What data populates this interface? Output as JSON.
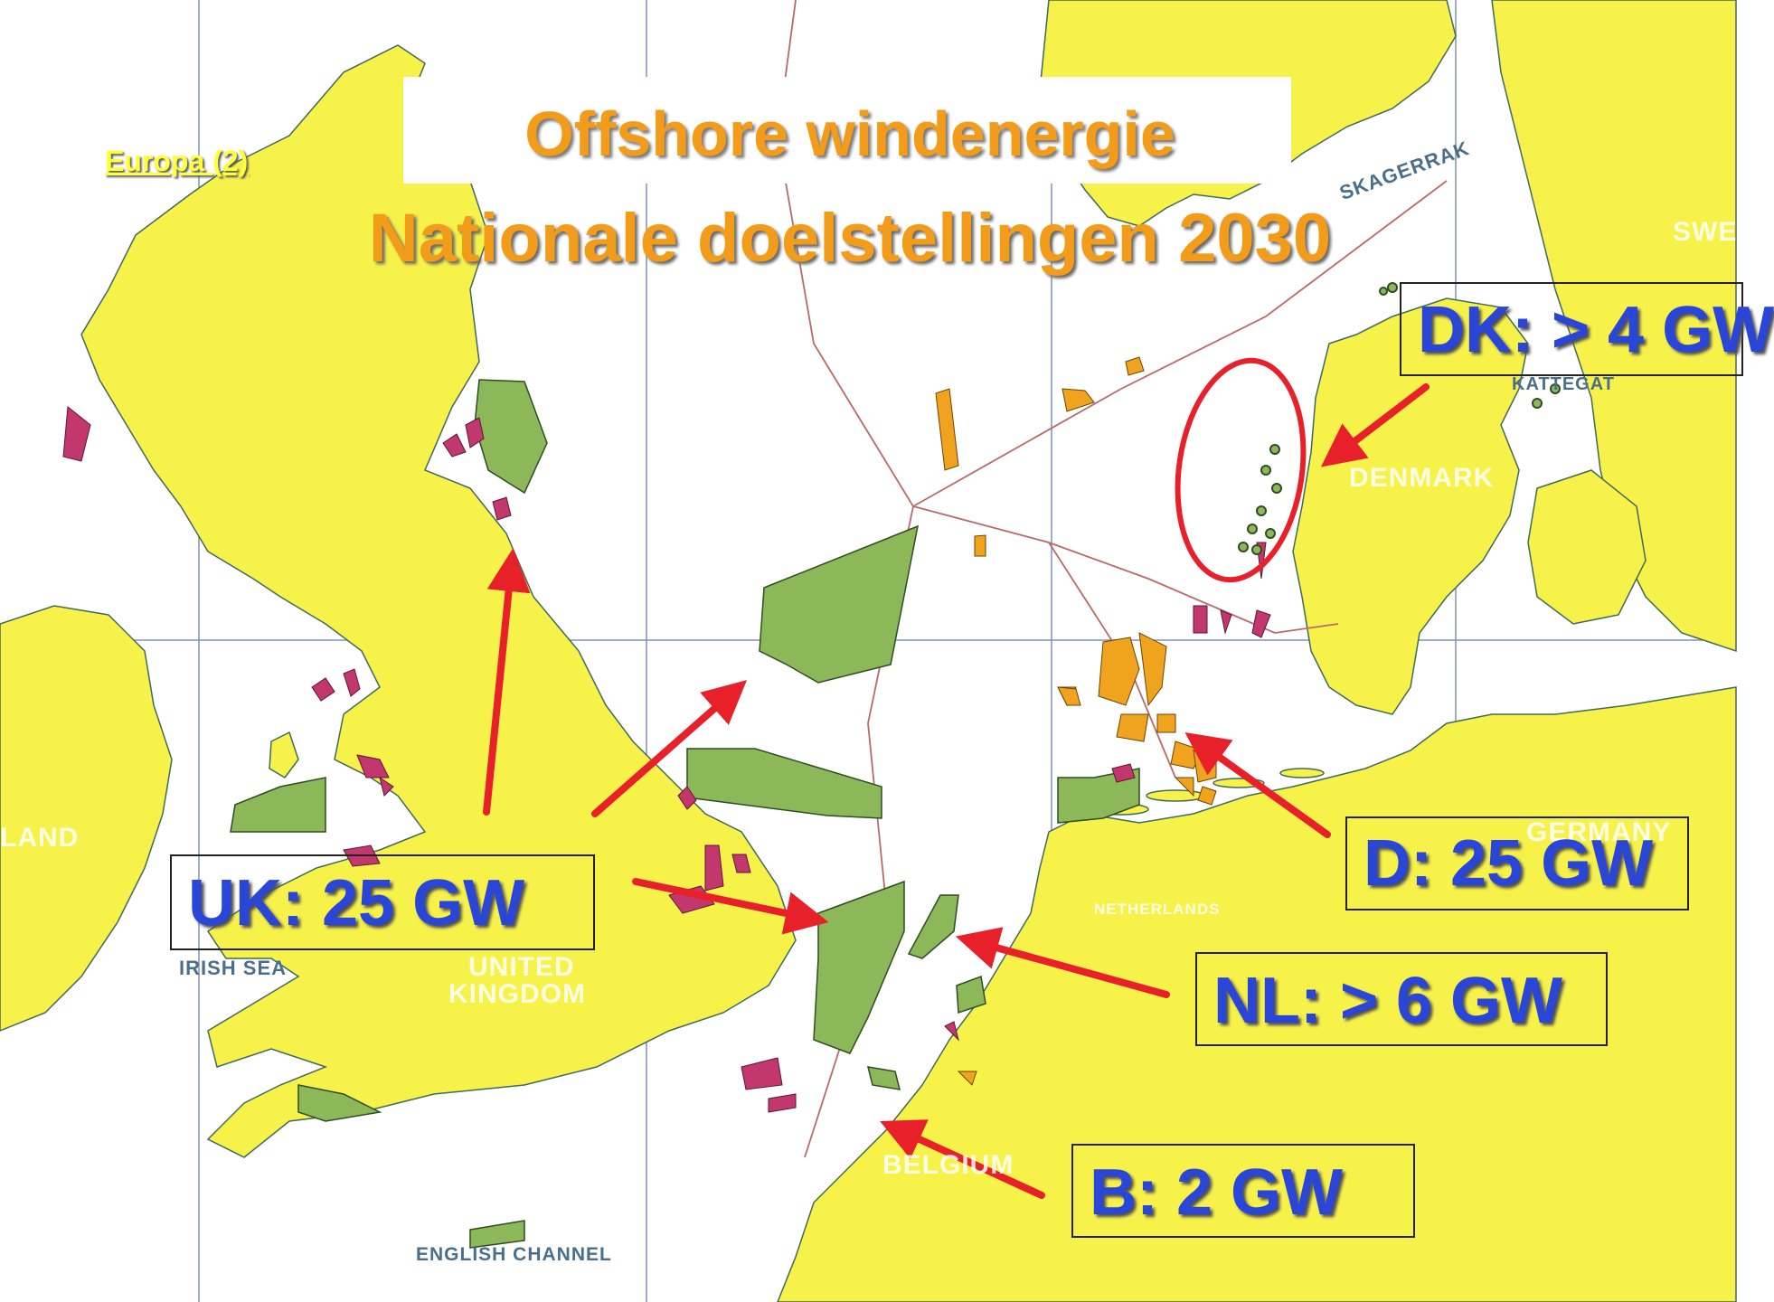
{
  "slide_label": "Europa (2)",
  "title": {
    "line1": "Offshore windenergie",
    "line2": "Nationale doelstellingen 2030"
  },
  "targets": {
    "uk": "UK:  25 GW",
    "dk": "DK: > 4 GW",
    "d": "D: 25 GW",
    "nl": "NL: > 6 GW",
    "b": "B: 2 GW"
  },
  "map_labels": {
    "skagerrak": "SKAGERRAK",
    "kattegat": "KATTEGAT",
    "denmark": "DENMARK",
    "germany": "GERMANY",
    "netherlands": "NETHERLANDS",
    "belgium": "BELGIUM",
    "united_kingdom_1": "UNITED",
    "united_kingdom_2": "KINGDOM",
    "irish_sea": "IRISH SEA",
    "english_channel": "ENGLISH CHANNEL",
    "ireland": "LAND",
    "sweden": "SWE"
  },
  "colors": {
    "land": "#f7f24a",
    "sea": "#ffffff",
    "wind_zone_green": "#8cb85a",
    "wind_zone_pink": "#c2386e",
    "wind_zone_orange": "#f0a31e",
    "arrow": "#e8202a",
    "title": "#f39c1a",
    "target_text": "#2a46d8"
  }
}
